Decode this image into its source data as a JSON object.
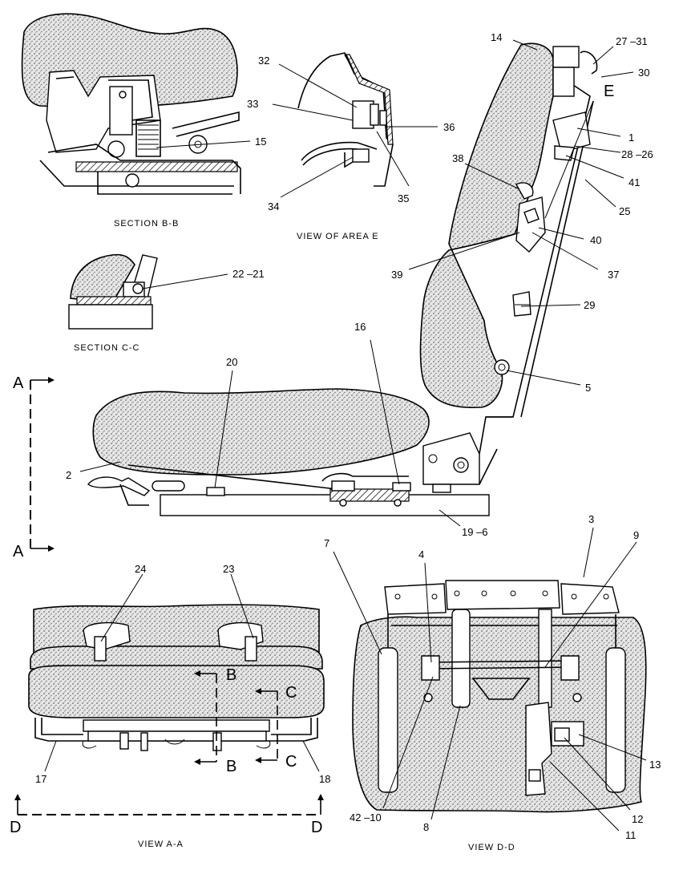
{
  "views": {
    "section_bb": "SECTION B-B",
    "section_cc": "SECTION C-C",
    "view_area_e": "VIEW OF AREA E",
    "view_aa": "VIEW A-A",
    "view_dd": "VIEW D-D"
  },
  "section_markers": {
    "a": "A",
    "b": "B",
    "c": "C",
    "d": "D",
    "e": "E"
  },
  "callouts": {
    "c1": "1",
    "c2": "2",
    "c3": "3",
    "c4": "4",
    "c5": "5",
    "c7": "7",
    "c8": "8",
    "c9": "9",
    "c11": "11",
    "c12": "12",
    "c13": "13",
    "c14": "14",
    "c15": "15",
    "c16": "16",
    "c17": "17",
    "c18": "18",
    "c19_6": "19 –6",
    "c20": "20",
    "c22_21": "22 –21",
    "c23": "23",
    "c24": "24",
    "c25": "25",
    "c27_31": "27 –31",
    "c28_26": "28 –26",
    "c29": "29",
    "c30": "30",
    "c32": "32",
    "c33": "33",
    "c34": "34",
    "c35": "35",
    "c36": "36",
    "c37": "37",
    "c38": "38",
    "c39": "39",
    "c40": "40",
    "c41": "41",
    "c42_10": "42 –10"
  }
}
